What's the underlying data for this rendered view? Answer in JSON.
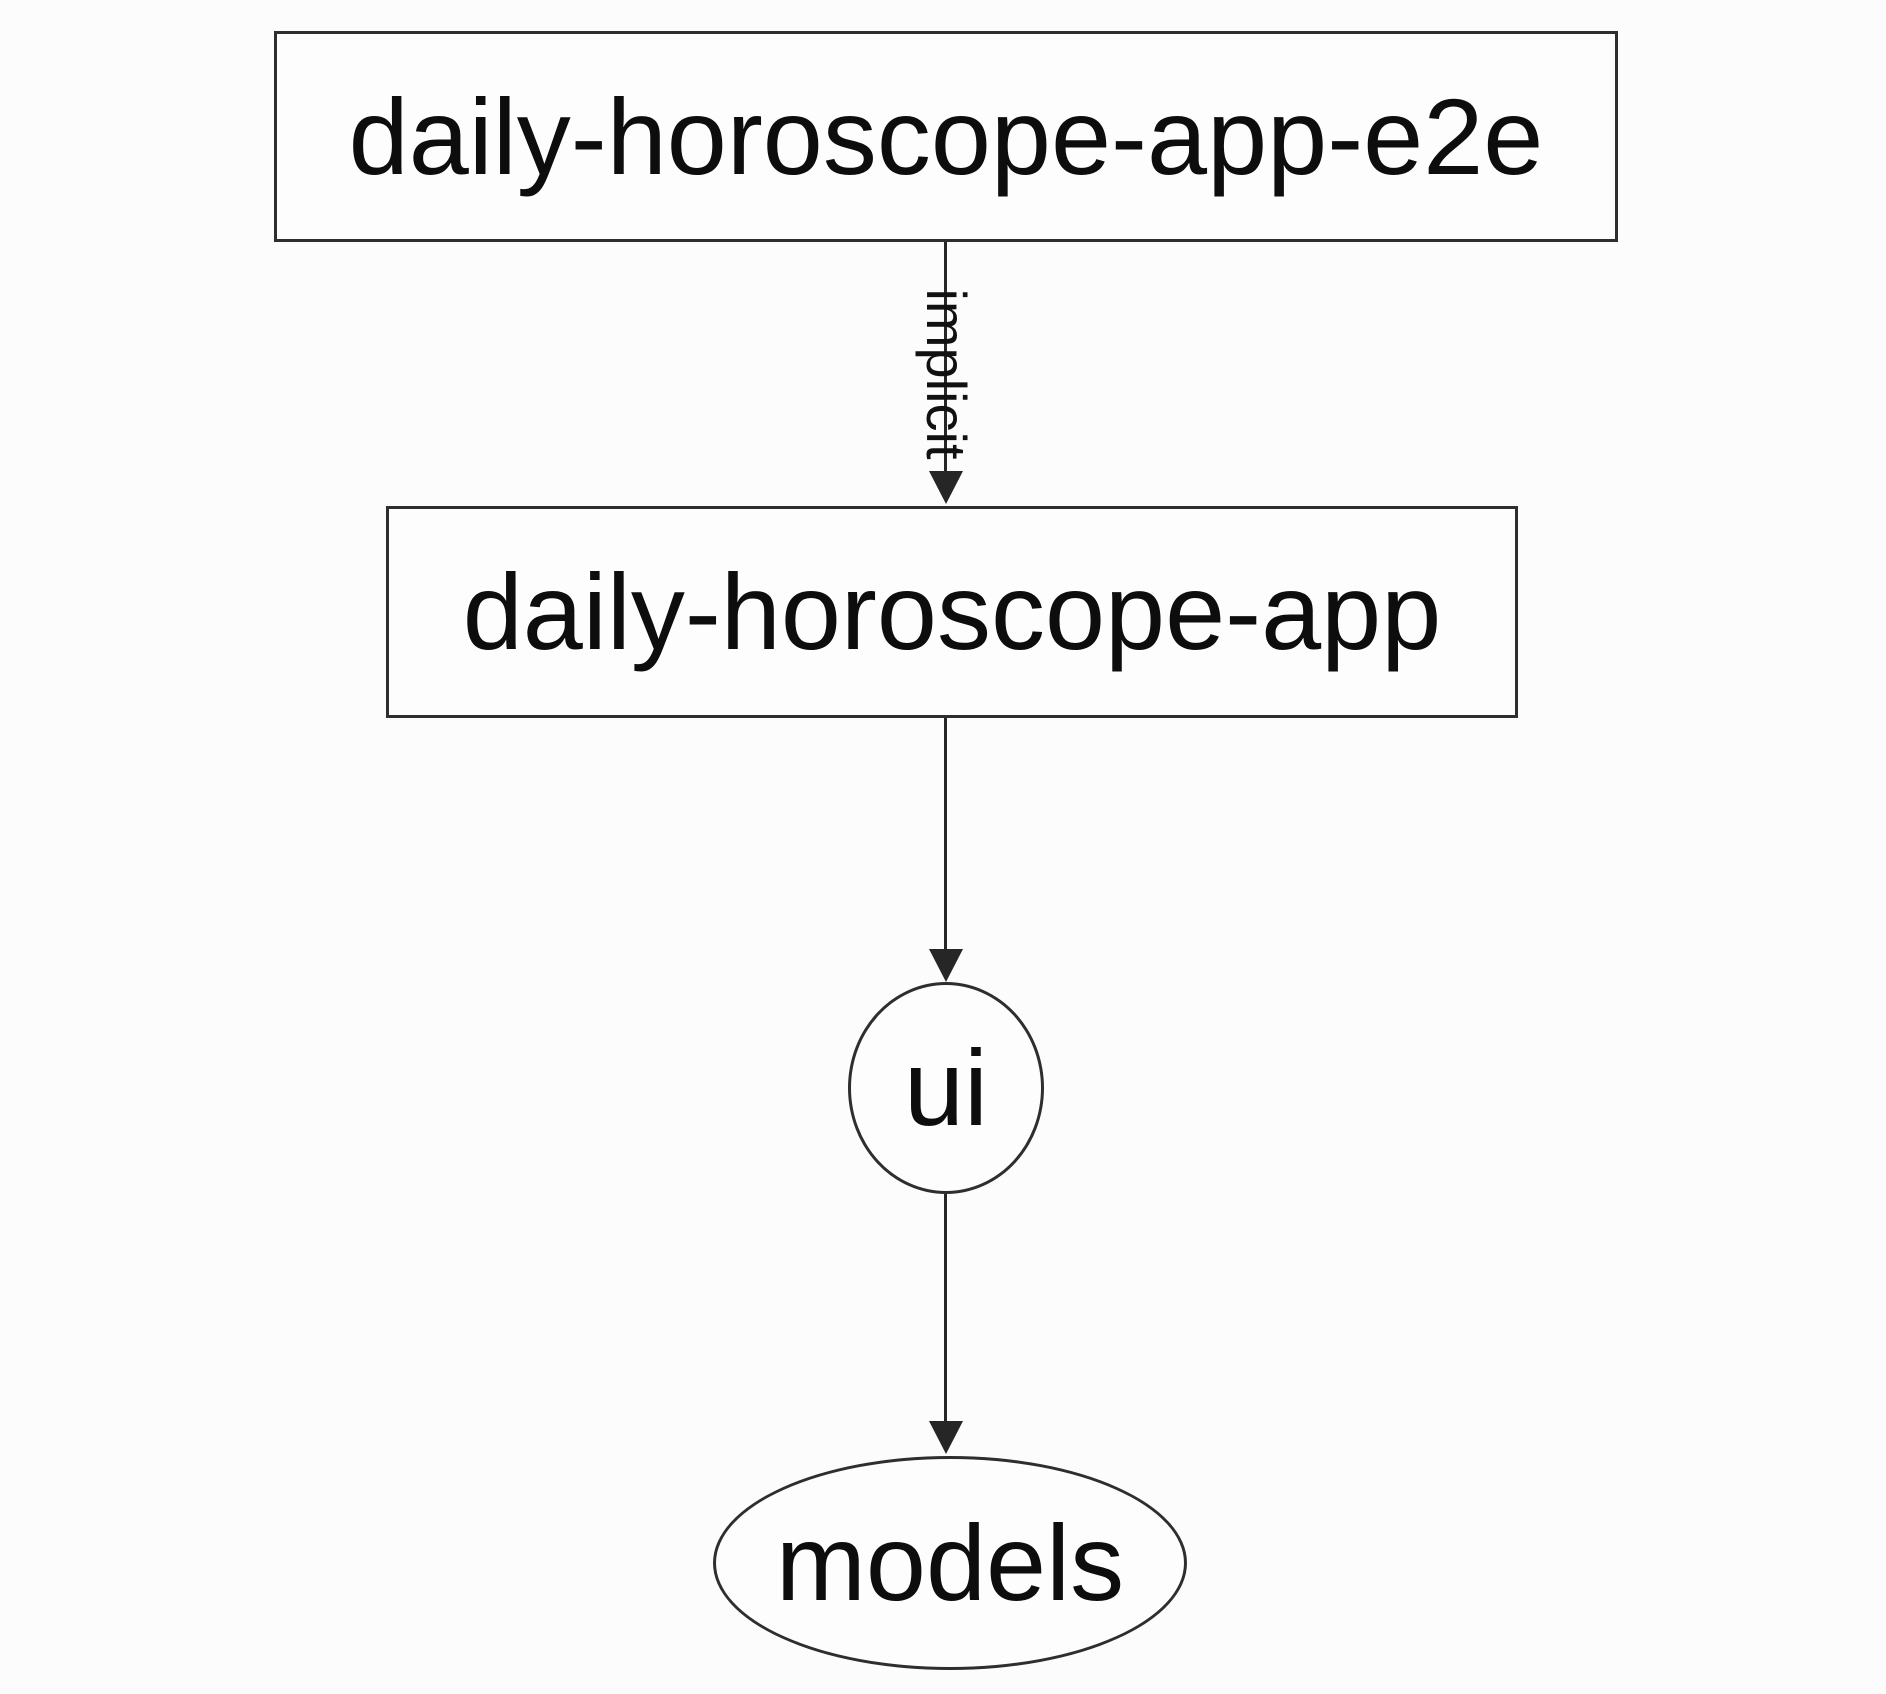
{
  "diagram": {
    "type": "dependency-graph",
    "background": "#fcfcfc",
    "stroke_color": "#2e2e2e",
    "text_color": "#0d0d0d",
    "nodes": [
      {
        "id": "daily-horoscope-app-e2e",
        "label": "daily-horoscope-app-e2e",
        "shape": "rect"
      },
      {
        "id": "daily-horoscope-app",
        "label": "daily-horoscope-app",
        "shape": "rect"
      },
      {
        "id": "ui",
        "label": "ui",
        "shape": "ellipse"
      },
      {
        "id": "models",
        "label": "models",
        "shape": "ellipse"
      }
    ],
    "edges": [
      {
        "from": "daily-horoscope-app-e2e",
        "to": "daily-horoscope-app",
        "label": "implicit",
        "style": "solid",
        "direction": "down"
      },
      {
        "from": "daily-horoscope-app",
        "to": "ui",
        "label": "",
        "style": "solid",
        "direction": "down"
      },
      {
        "from": "ui",
        "to": "models",
        "label": "",
        "style": "solid",
        "direction": "down"
      }
    ]
  }
}
